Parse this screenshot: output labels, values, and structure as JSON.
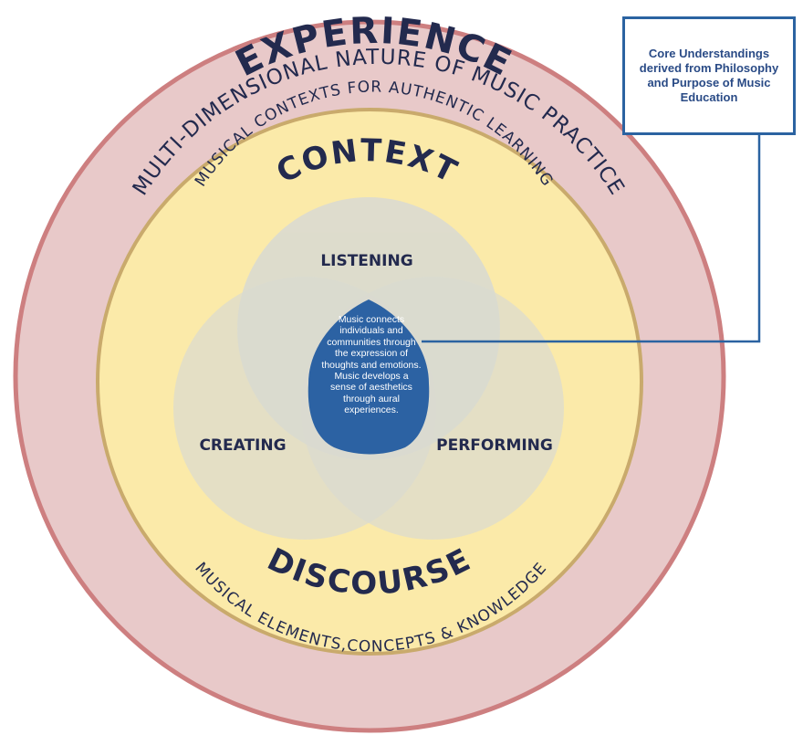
{
  "callout": {
    "text": "Core Understandings derived from Philosophy and Purpose of Music Education"
  },
  "rings": {
    "outer": {
      "heading": "EXPERIENCE",
      "subtitle": "MULTI-DIMENSIONAL NATURE OF MUSIC PRACTICE"
    },
    "inner": {
      "heading": "CONTEXT",
      "subtitle": "MUSICAL CONTEXTS FOR AUTHENTIC LEARNING",
      "bottom_heading": "DISCOURSE",
      "bottom_subtitle": "MUSICAL ELEMENTS,CONCEPTS & KNOWLEDGE"
    }
  },
  "venn": {
    "top": "LISTENING",
    "left": "CREATING",
    "right": "PERFORMING",
    "center": "Music connects individuals and communities through the expression of thoughts and emotions. Music develops a sense of aesthetics through aural experiences."
  },
  "colors": {
    "outer_ring_fill": "#e8c9c9",
    "outer_ring_stroke": "#cd7f80",
    "inner_fill": "#fbeaa9",
    "inner_stroke": "#c9aa6c",
    "venn_fill": "#d8dad3",
    "center_fill": "#2c62a3",
    "heading_color": "#232a4e",
    "callout_border": "#2b63a1"
  }
}
